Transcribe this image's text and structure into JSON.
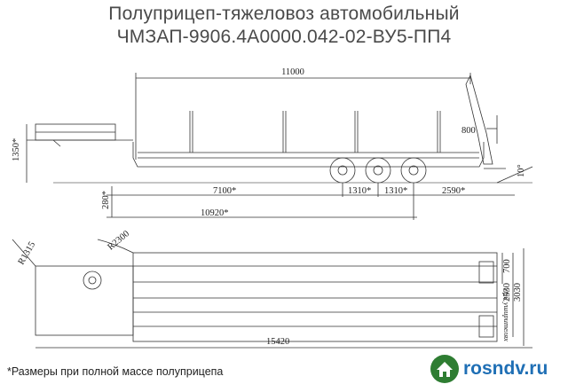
{
  "title_line1": "Полуприцеп-тяжеловоз автомобильный",
  "title_line2": "ЧМЗАП-9906.4А0000.042-02-ВУ5-ПП4",
  "dimensions": {
    "overall_platform": "11000",
    "ramp_width": "800",
    "height": "1350*",
    "deck_height": "280*",
    "front_length": "7100*",
    "axle_spacing_1": "1310*",
    "axle_spacing_2": "1310*",
    "rear_overhang": "2590*",
    "wheelbase": "10920*",
    "ramp_angle": "10°",
    "front_radius": "R1315",
    "turn_radius": "R2300",
    "overall_length": "15420",
    "width_700": "700",
    "width_2530": "2530",
    "width_3030": "3030",
    "side_note": "при уширителях"
  },
  "footnote": "*Размеры при полной массе полуприцепа",
  "brand": {
    "name": "rosndv.ru",
    "color": "#1f6fb5"
  },
  "icons": [
    "house-icon"
  ]
}
